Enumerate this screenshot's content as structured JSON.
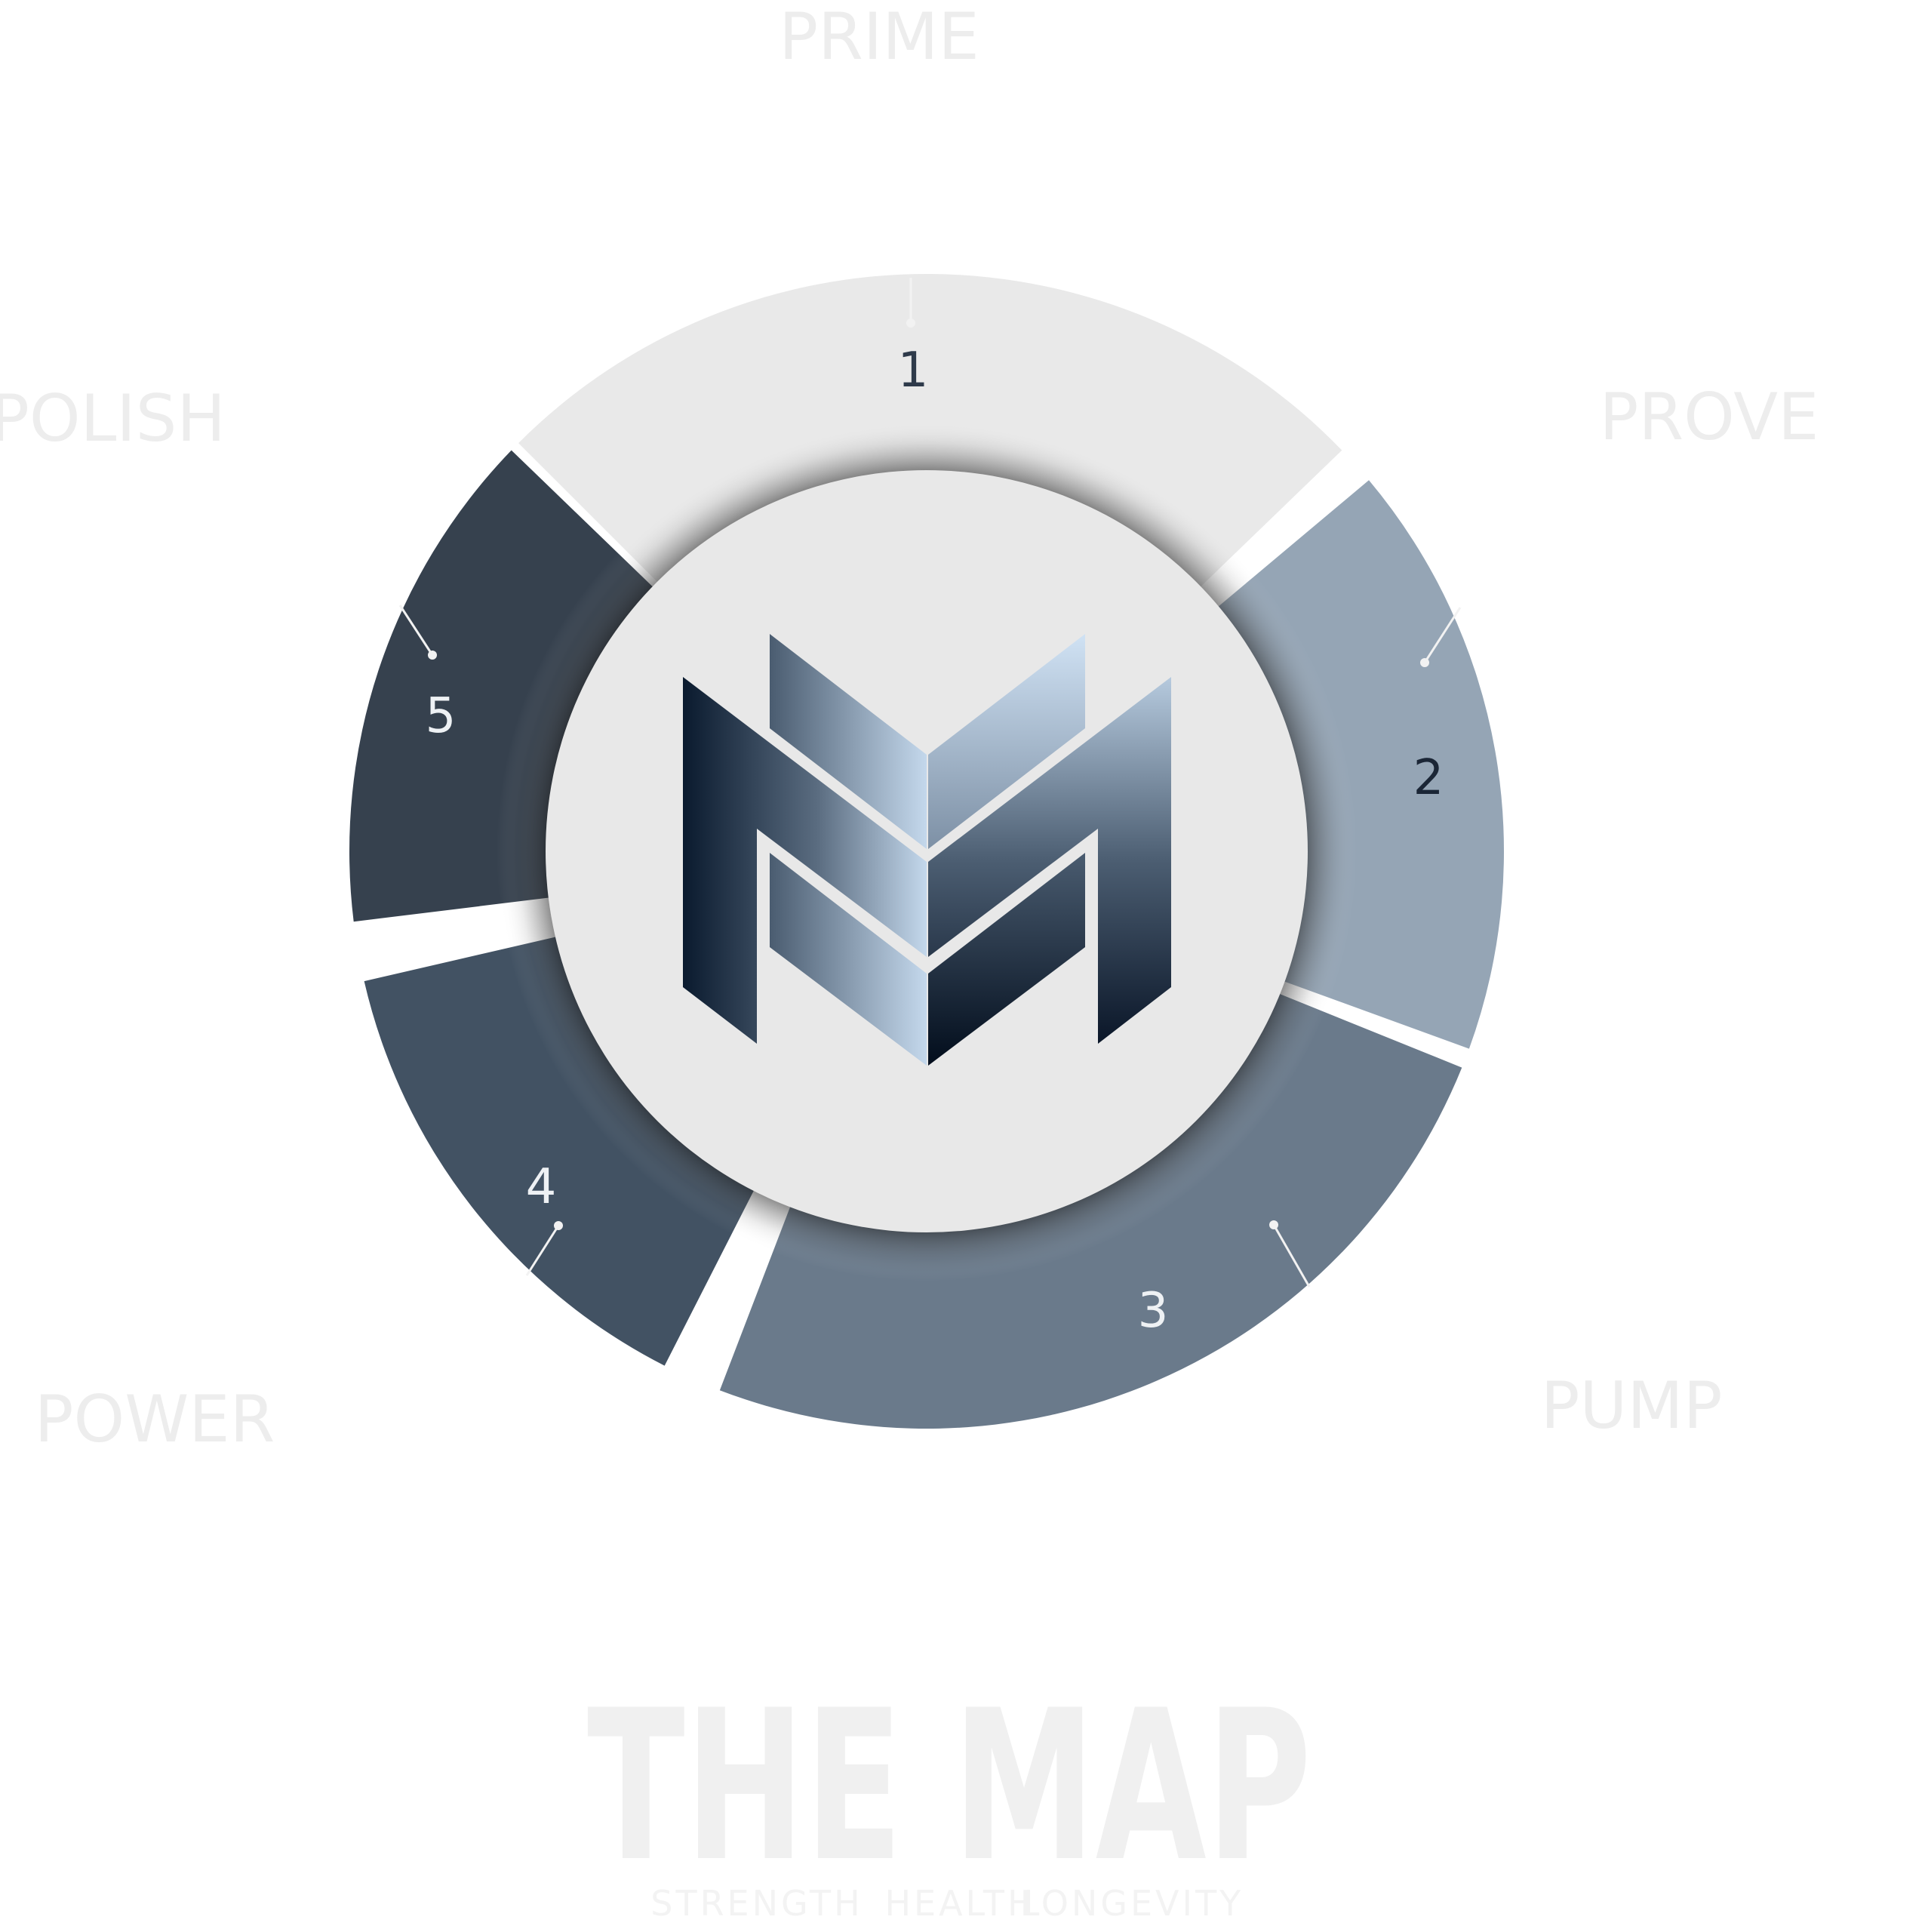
{
  "phases": {
    "prime": "PRIME",
    "prove": "PROVE",
    "pump": "PUMP",
    "power": "POWER",
    "polish": "POLISH"
  },
  "segments": [
    {
      "number": "1",
      "color": "#e9e9e9",
      "number_color": "#2e3a4a"
    },
    {
      "number": "2",
      "color": "#95a5b5",
      "number_color": "#1b2636"
    },
    {
      "number": "3",
      "color": "#6a7a8b",
      "number_color": "#eef1f4"
    },
    {
      "number": "4",
      "color": "#425263",
      "number_color": "#eef1f4"
    },
    {
      "number": "5",
      "color": "#36414e",
      "number_color": "#eef1f4"
    }
  ],
  "logo": {
    "icon": "mm-monogram-icon"
  },
  "title": "THE MAP",
  "subtitle": {
    "word1": "STRENGTH",
    "word2": "HEALTH",
    "word3": "LONGEVITY"
  }
}
